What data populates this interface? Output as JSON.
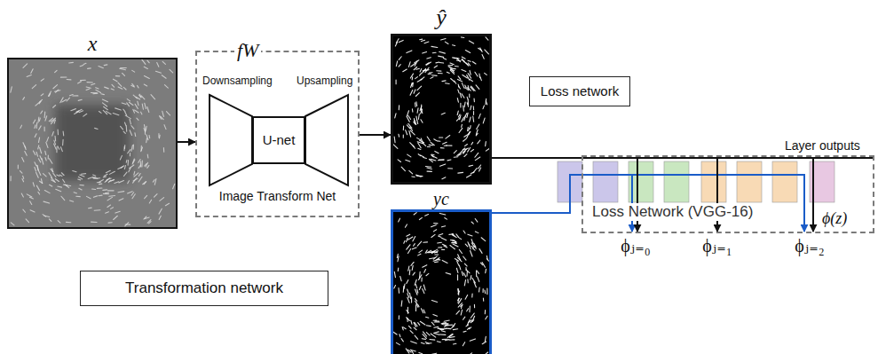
{
  "diagram": {
    "nodes": [
      {
        "text": [
          "x"
        ]
      },
      {
        "text": [
          "fW",
          "Downsampling",
          "Upsampling",
          "Image Transform Net"
        ]
      },
      {
        "text": [
          "U-net"
        ],
        "in": 1
      },
      {
        "text": [
          "ŷ"
        ]
      },
      {
        "text": [
          "Loss network"
        ]
      },
      {
        "text": [
          "yc"
        ]
      },
      {
        "text": [
          "Loss Network (VGG-16)"
        ]
      },
      {
        "text": [
          "Transformation network"
        ]
      }
    ],
    "edges": [
      {
        "from": 0,
        "to": 1,
        "arrow": "to"
      },
      {
        "from": 1,
        "to": 3,
        "arrow": "to"
      },
      {
        "from": 3,
        "to": 6,
        "arrow": "none"
      }
    ],
    "labels": [
      "Layer outputs",
      "ϕ(z)",
      "ϕⱼ₌₀",
      "ϕⱼ₌₁",
      "ϕⱼ₌₂"
    ]
  }
}
